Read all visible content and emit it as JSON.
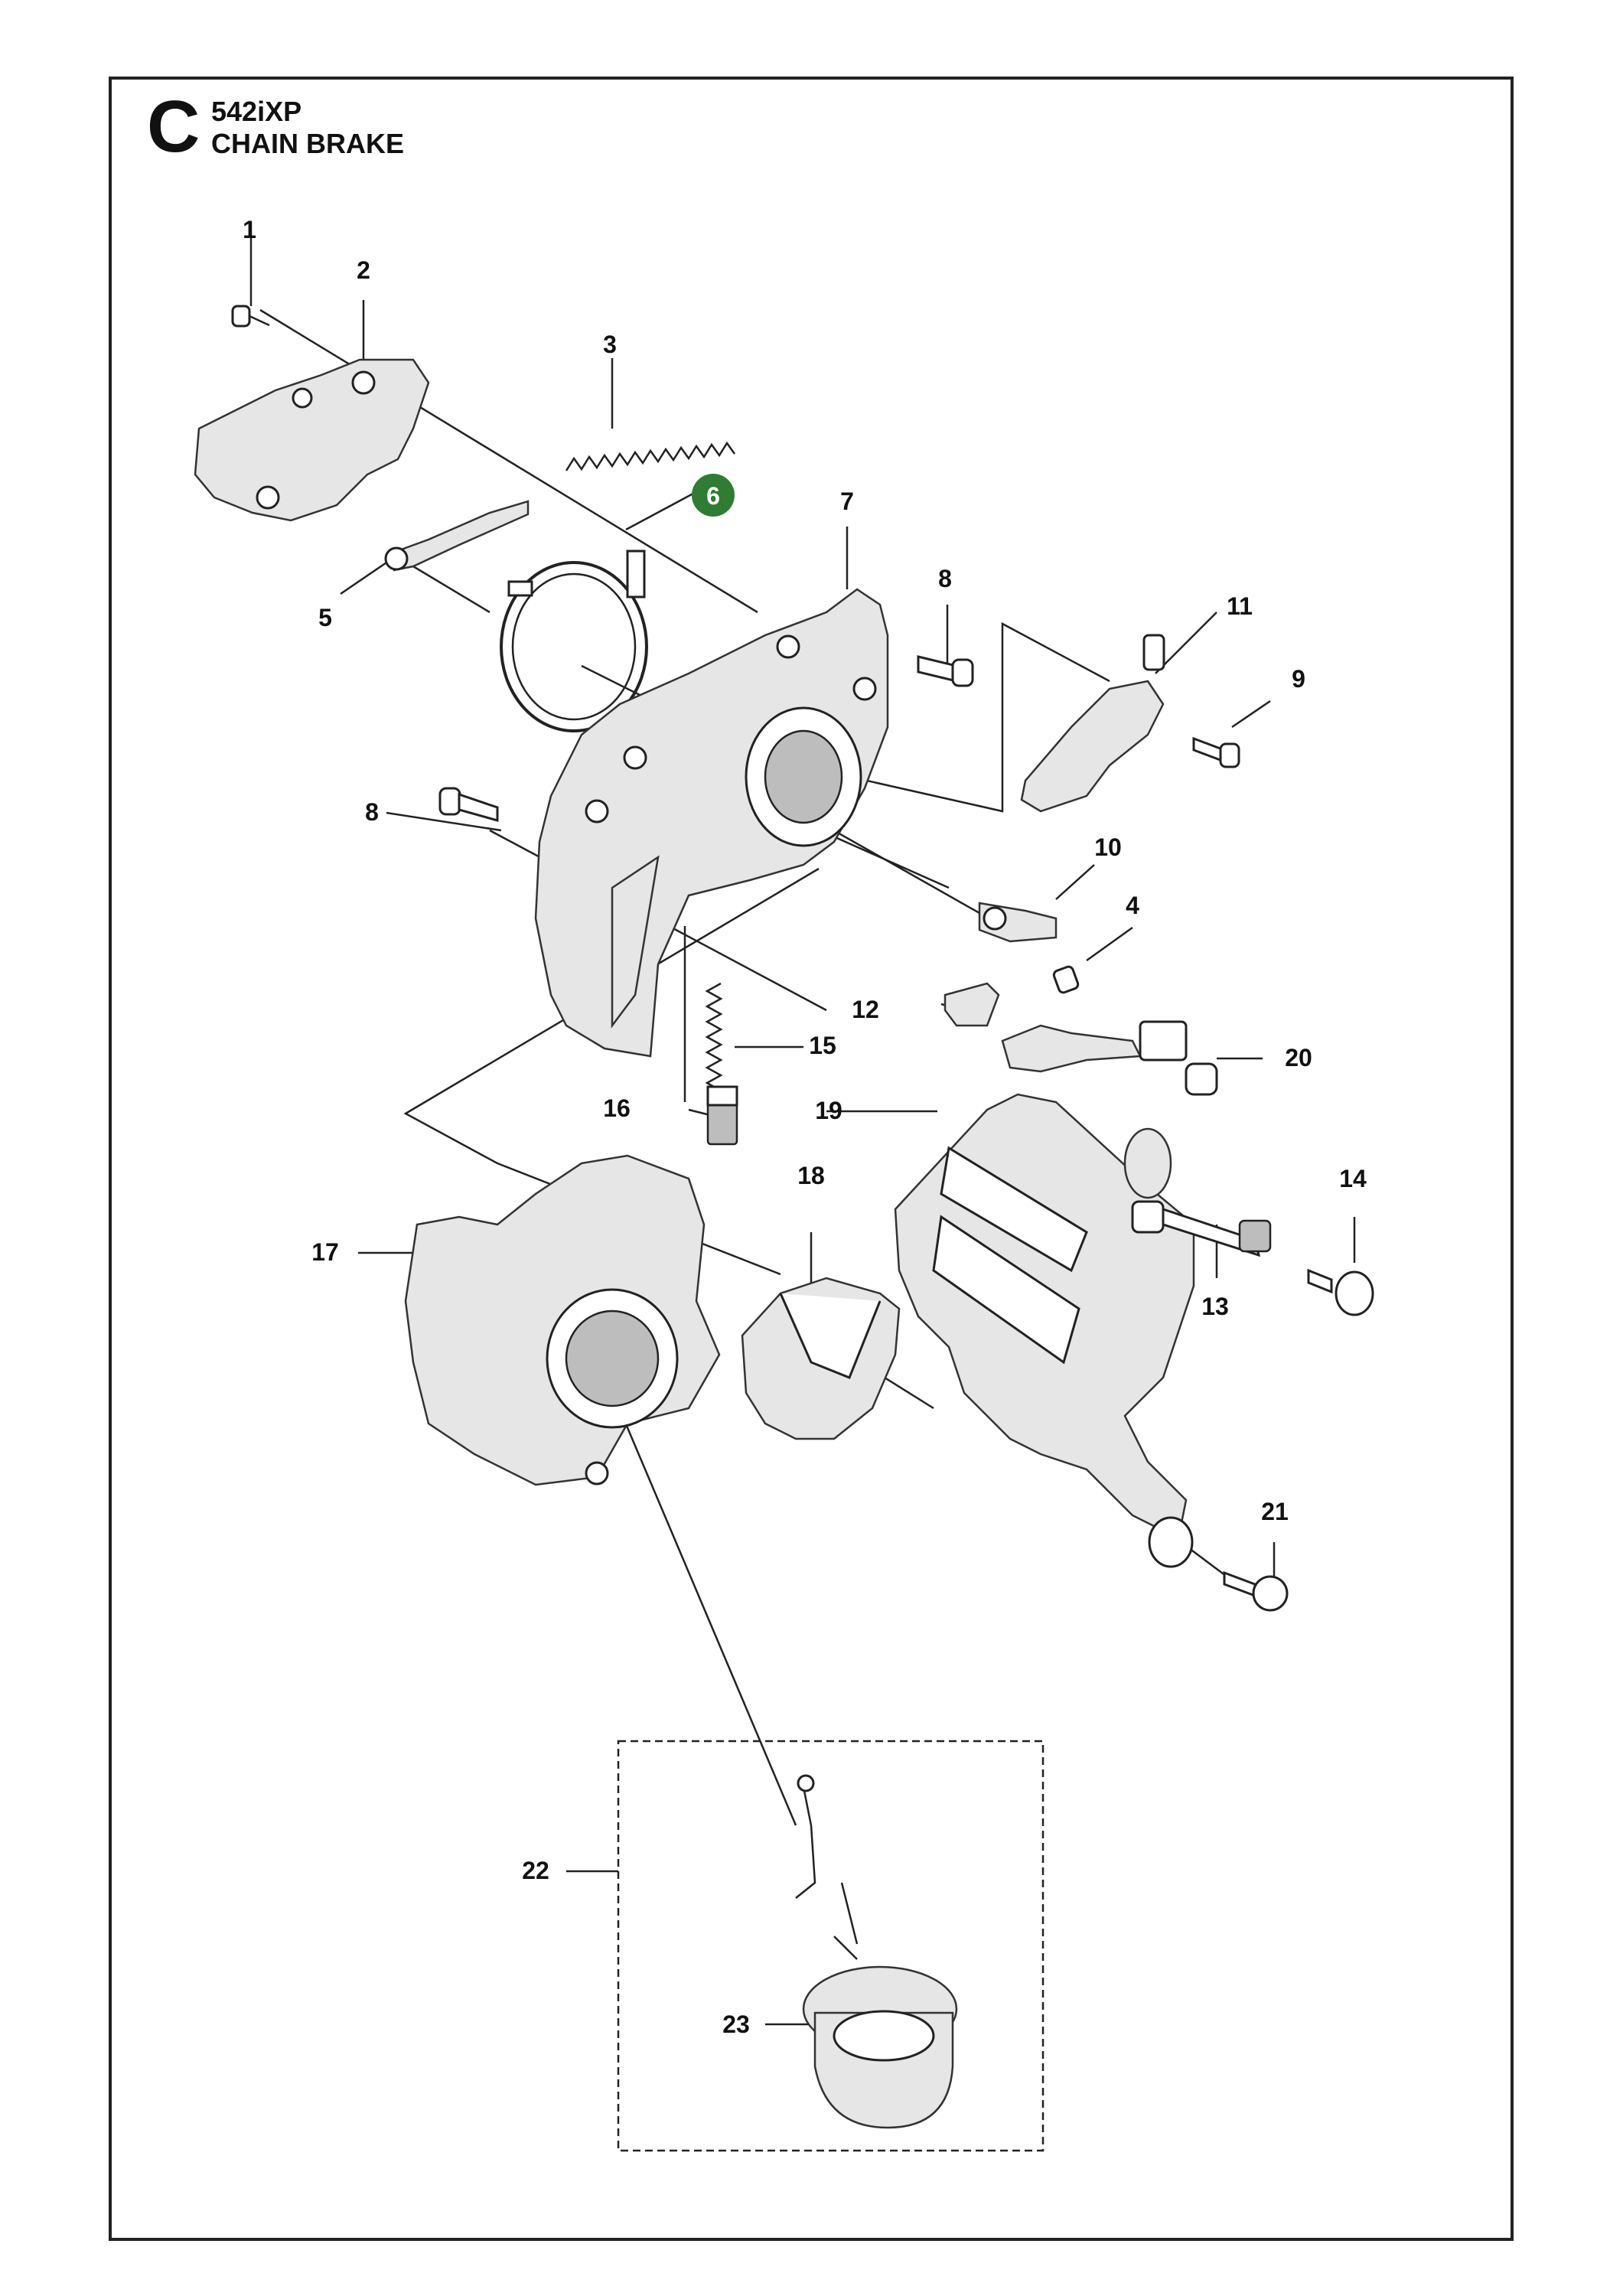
{
  "header": {
    "section_letter": "C",
    "model": "542iXP",
    "title": "CHAIN BRAKE"
  },
  "highlight": {
    "label": "6",
    "color": "#2e7d32"
  },
  "callouts": [
    "1",
    "2",
    "3",
    "4",
    "5",
    "7",
    "8",
    "8",
    "9",
    "10",
    "11",
    "12",
    "13",
    "14",
    "15",
    "16",
    "17",
    "18",
    "19",
    "20",
    "21",
    "22",
    "23"
  ]
}
